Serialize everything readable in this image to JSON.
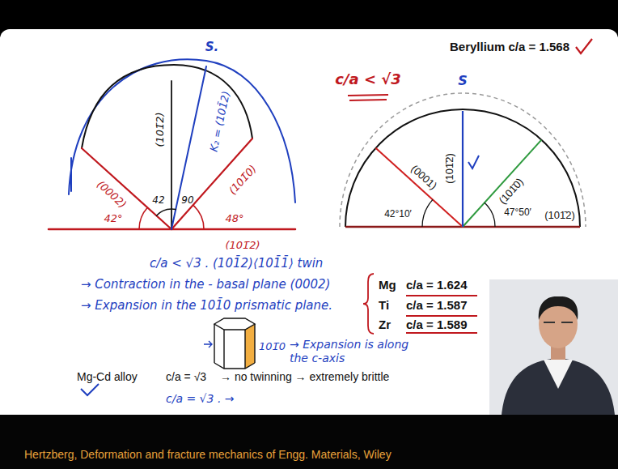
{
  "diagram": {
    "caption": "Hertzberg, Deformation and fracture mechanics of Engg. Materials, Wiley",
    "labels": [
      "Beryllium c/a = 1.568",
      "c/a < √3",
      "S",
      "(101̄2)",
      "(0001)",
      "(101̄0)",
      "42°10′",
      "47°50′",
      "(101̄2)",
      "S.",
      "(101̄2)",
      "K₂ = (101̄2)",
      "(0002)",
      "(101̄0)",
      "42°",
      "48°",
      "42",
      "90",
      "(101̄2)",
      "c/a < √3 . (101̄2)⟨101̄1̄⟩ twin",
      "→ Contraction in the - basal plane (0002)",
      "→ Expansion in the 101̄0 prismatic plane.",
      "101̄0",
      "→ Expansion is along the c-axis",
      "Mg",
      "c/a = 1.624",
      "Ti",
      "c/a = 1.587",
      "Zr",
      "c/a = 1.589",
      "Mg-Cd alloy",
      "c/a = √3",
      "→ no twinning → extremely brittle",
      "c/a = √3 . →"
    ]
  }
}
